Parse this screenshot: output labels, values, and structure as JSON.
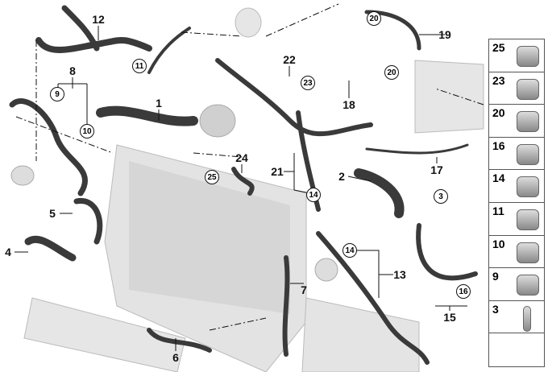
{
  "callouts": {
    "c12": "12",
    "c11": "11",
    "c8": "8",
    "c9": "9",
    "c10": "10",
    "c1": "1",
    "c20a": "20",
    "c19": "19",
    "c20b": "20",
    "c22": "22",
    "c23": "23",
    "c18": "18",
    "c24": "24",
    "c25": "25",
    "c21": "21",
    "c14a": "14",
    "c2": "2",
    "c3": "3",
    "c17": "17",
    "c5": "5",
    "c4": "4",
    "c14b": "14",
    "c13": "13",
    "c7": "7",
    "c16": "16",
    "c15": "15",
    "c6": "6"
  },
  "legend": [
    "25",
    "23",
    "20",
    "16",
    "14",
    "11",
    "10",
    "9",
    "3"
  ]
}
